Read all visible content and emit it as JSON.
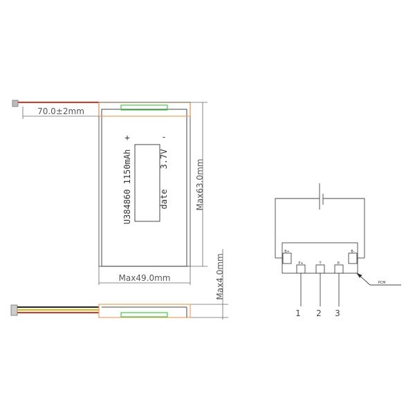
{
  "battery_label": {
    "positive": "+",
    "negative": "-",
    "model": "U384860",
    "capacity": "1150mAh",
    "voltage": "3.7V",
    "date": "date"
  },
  "dimensions": {
    "wire_length": "70.0±2mm",
    "height": "Max63.0mm",
    "width": "Max49.0mm",
    "thickness": "Max4.0mm"
  },
  "circuit": {
    "pads": [
      "B+",
      "P+",
      "T",
      "P-",
      "B-"
    ],
    "pcm_label": "PCM",
    "pin_numbers": [
      "1",
      "2",
      "3"
    ]
  },
  "colors": {
    "wire_red": "#e8321e",
    "wire_yellow": "#f0b400",
    "wire_black": "#222222",
    "tab_outline": "#f0a060",
    "pcb_green": "#3ccf3c"
  }
}
